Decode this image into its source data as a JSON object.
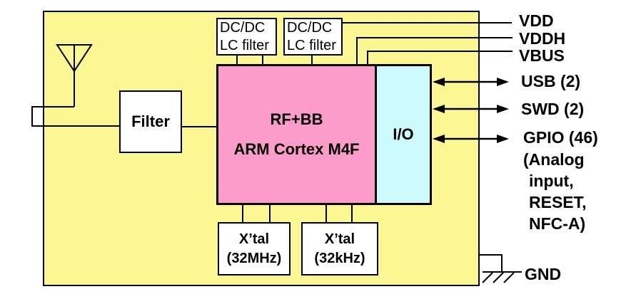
{
  "colors": {
    "board_fill": "#FBF894",
    "core_fill": "#FB9CCB",
    "io_fill": "#CDFAFC",
    "block_fill": "#FFFFFF",
    "line": "#000000"
  },
  "board": {
    "blocks": {
      "dcdc_left": {
        "line1": "DC/DC",
        "line2": "LC filter"
      },
      "dcdc_right": {
        "line1": "DC/DC",
        "line2": "LC filter"
      },
      "filter": {
        "label": "Filter"
      },
      "core": {
        "line1": "RF+BB",
        "line2": "ARM Cortex M4F"
      },
      "io": {
        "label": "I/O"
      },
      "xtal_32mhz": {
        "line1": "X’tal",
        "line2": "(32MHz)"
      },
      "xtal_32khz": {
        "line1": "X’tal",
        "line2": "(32kHz)"
      }
    }
  },
  "pins": {
    "vdd": {
      "label": "VDD"
    },
    "vddh": {
      "label": "VDDH"
    },
    "vbus": {
      "label": "VBUS"
    },
    "usb": {
      "label": "USB (2)"
    },
    "swd": {
      "label": "SWD (2)"
    },
    "gpio": {
      "label": "GPIO (46)",
      "note_lines": [
        "(Analog",
        "input,",
        "RESET,",
        "NFC-A)"
      ]
    },
    "gnd": {
      "label": "GND"
    }
  }
}
